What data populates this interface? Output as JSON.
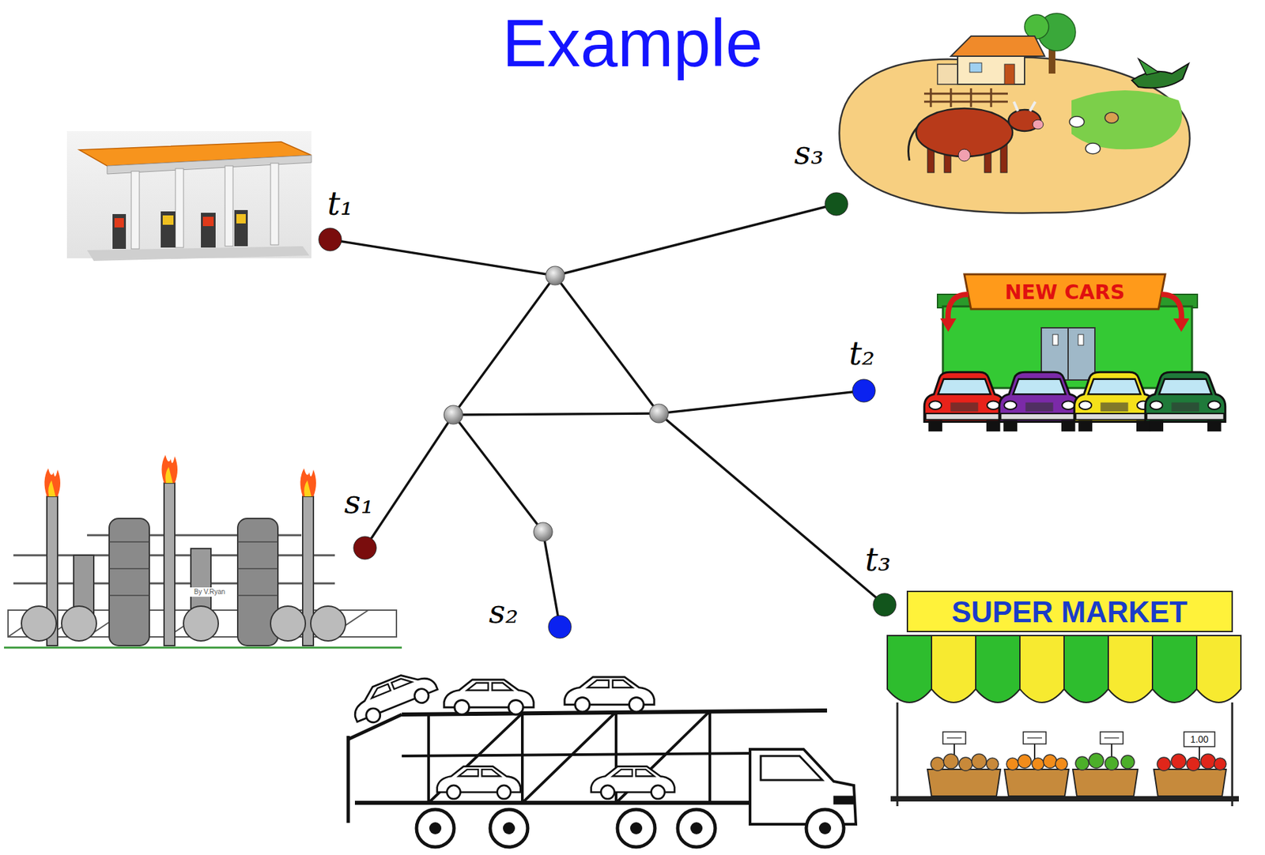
{
  "diagram": {
    "title": "Example",
    "nodes": [
      {
        "text": [
          "t₁"
        ]
      },
      {
        "text": [
          "s₃"
        ]
      },
      {
        "text": [
          "t₂"
        ]
      },
      {
        "text": [
          "s₁"
        ]
      },
      {
        "text": [
          "t₃"
        ]
      },
      {
        "text": [
          "s₂"
        ]
      }
    ],
    "labels": [
      "NEW CARS",
      "SUPER MARKET",
      "1.00",
      "By V.Ryan"
    ]
  }
}
